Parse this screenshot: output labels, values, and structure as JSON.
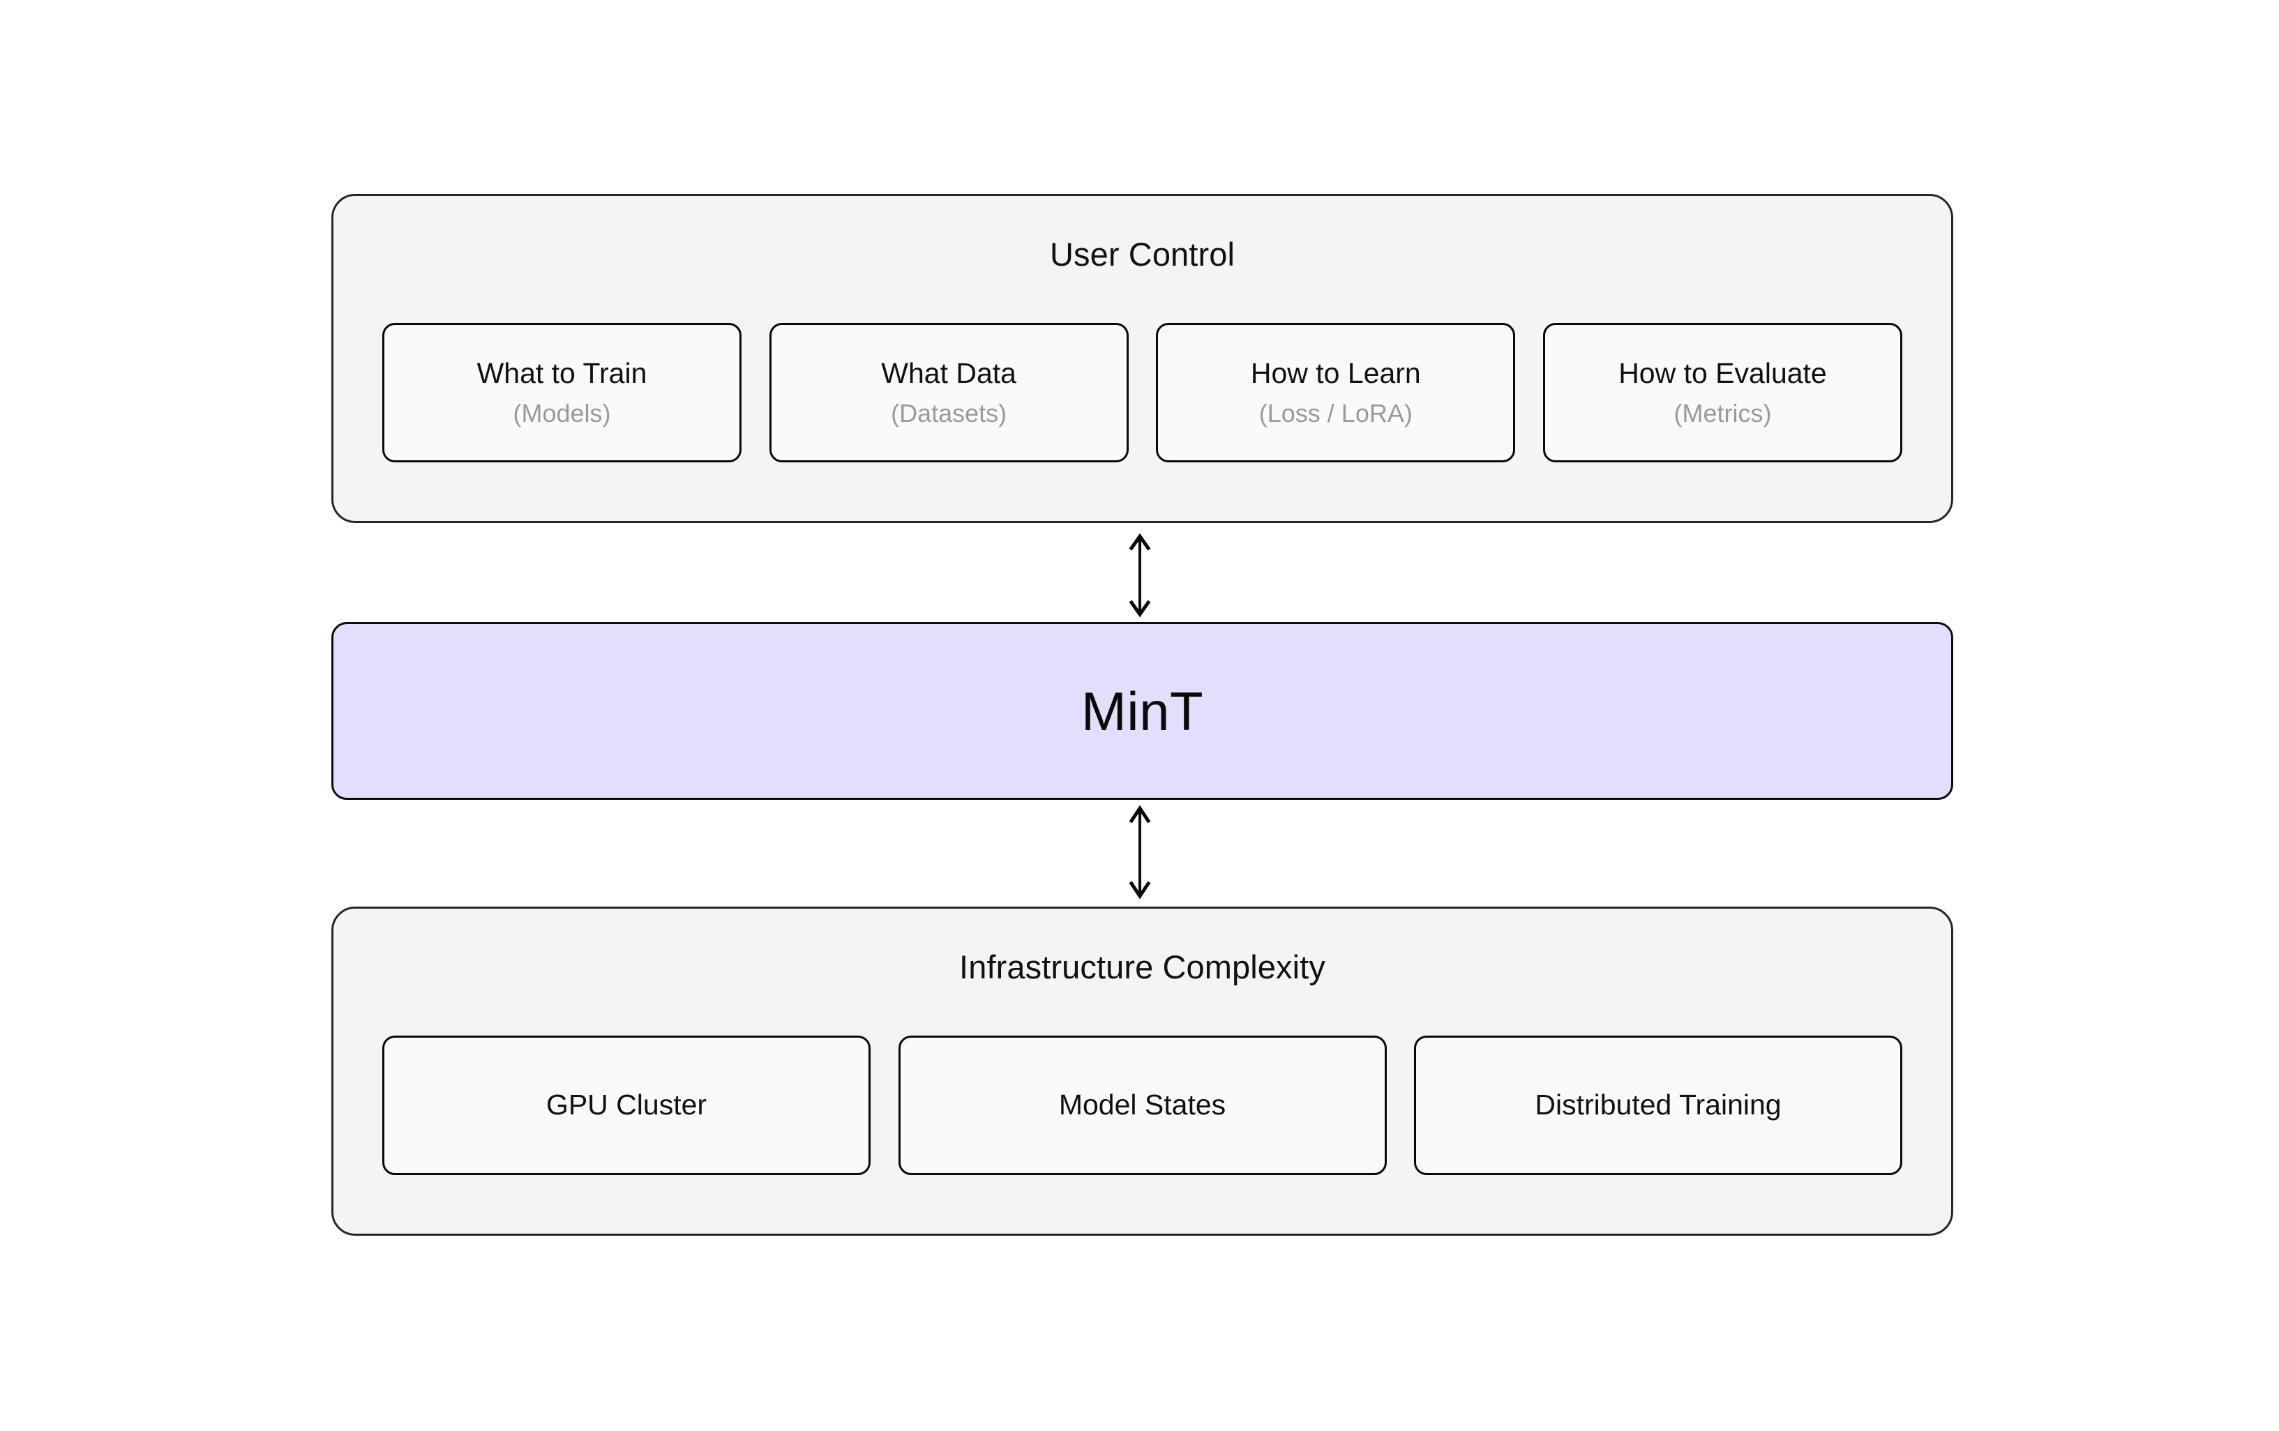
{
  "diagram": {
    "title_semantic": "MinT positioning diagram",
    "background_color": "#ffffff",
    "panel_fill": "#f4f4f4",
    "panel_border": "#262626",
    "card_fill": "#fafafa",
    "card_border": "#090909",
    "core_fill": "#e4ddfb",
    "core_border": "#0d0d0d",
    "subtitle_color": "#9a9a9a",
    "text_color": "#111111"
  },
  "top_panel": {
    "title": "User Control",
    "cards": [
      {
        "label": "What to Train",
        "sub": "(Models)"
      },
      {
        "label": "What Data",
        "sub": "(Datasets)"
      },
      {
        "label": "How to Learn",
        "sub": "(Loss / LoRA)"
      },
      {
        "label": "How to Evaluate",
        "sub": "(Metrics)"
      }
    ]
  },
  "core": {
    "label": "MinT"
  },
  "bottom_panel": {
    "title": "Infrastructure Complexity",
    "cards": [
      {
        "label": "GPU Cluster"
      },
      {
        "label": "Model States"
      },
      {
        "label": "Distributed Training"
      }
    ]
  },
  "connectors": [
    {
      "name": "user-control-to-mint",
      "direction": "bidirectional"
    },
    {
      "name": "mint-to-infrastructure",
      "direction": "bidirectional"
    }
  ]
}
